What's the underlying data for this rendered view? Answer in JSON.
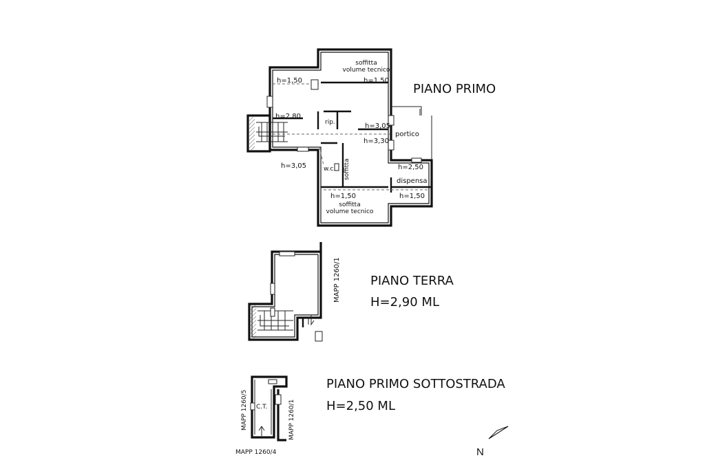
{
  "floors": {
    "primo": {
      "title": "PIANO PRIMO",
      "rooms": {
        "soffitta_top_1": "soffitta",
        "soffitta_top_2": "volume tecnico",
        "soffitta_bottom_1": "soffitta",
        "soffitta_bottom_2": "volume tecnico",
        "rip": "rip.",
        "portico": "portico",
        "dispensa": "dispensa",
        "wc": "w.c.",
        "soffitta_side": "soffitta"
      },
      "heights": {
        "h1": "h=1,50",
        "h2": "h=1,50",
        "h3": "h=2,80",
        "h4": "h=3,05",
        "h5": "h=3,30",
        "h6": "h=3,05",
        "h7": "h=2,50",
        "h8": "h=1,50",
        "h9": "h=1,50"
      }
    },
    "terra": {
      "title": "PIANO TERRA",
      "height": "H=2,90 ML",
      "mapp": "MAPP 1260/1"
    },
    "sottostrada": {
      "title": "PIANO PRIMO SOTTOSTRADA",
      "height": "H=2,50 ML",
      "ct": "C.T.",
      "mapp_left": "MAPP 1260/5",
      "mapp_right": "MAPP 1260/1",
      "mapp_bottom": "MAPP 1260/4"
    }
  },
  "north_label": "N"
}
